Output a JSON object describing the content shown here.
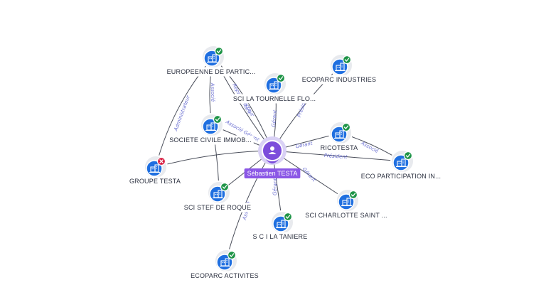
{
  "center": {
    "name": "Sébastien TESTA",
    "icon": "person-icon",
    "color": "#7c4ddb"
  },
  "edge_labels": {
    "administrateur": "Administrateur",
    "associe": "Associé",
    "president": "Président",
    "gerant": "Gérant",
    "directeur": "Directeur",
    "representant": "Représentant",
    "associe_gerant": "Associé Gérant"
  },
  "companies": [
    {
      "key": "europeenne",
      "label": "EUROPEENNE DE PARTIC...",
      "status": "active",
      "icon": "building-icon"
    },
    {
      "key": "tournelle",
      "label": "SCI LA TOURNELLE FLO...",
      "status": "active",
      "icon": "building-icon"
    },
    {
      "key": "ecoparc_ind",
      "label": "ECOPARC INDUSTRIES",
      "status": "active",
      "icon": "building-icon"
    },
    {
      "key": "societe_civile",
      "label": "SOCIETE CIVILE IMMOB...",
      "status": "active",
      "icon": "building-icon"
    },
    {
      "key": "ricotesta",
      "label": "RICOTESTA",
      "status": "active",
      "icon": "building-icon"
    },
    {
      "key": "groupe_testa",
      "label": "GROUPE TESTA",
      "status": "closed",
      "icon": "building-icon"
    },
    {
      "key": "eco_participation",
      "label": "ECO PARTICIPATION IN...",
      "status": "active",
      "icon": "building-icon"
    },
    {
      "key": "stef_roque",
      "label": "SCI STEF DE ROQUE",
      "status": "active",
      "icon": "building-icon"
    },
    {
      "key": "charlotte",
      "label": "SCI CHARLOTTE SAINT ...",
      "status": "active",
      "icon": "building-icon"
    },
    {
      "key": "taniere",
      "label": "S C I LA TANIERE",
      "status": "active",
      "icon": "building-icon"
    },
    {
      "key": "ecoparc_act",
      "label": "ECOPARC ACTIVITES",
      "status": "active",
      "icon": "building-icon"
    }
  ],
  "colors": {
    "company": "#1f6fe0",
    "active_badge": "#1e9447",
    "closed_badge": "#d81b3f",
    "edge_label": "#6a6fd1"
  }
}
